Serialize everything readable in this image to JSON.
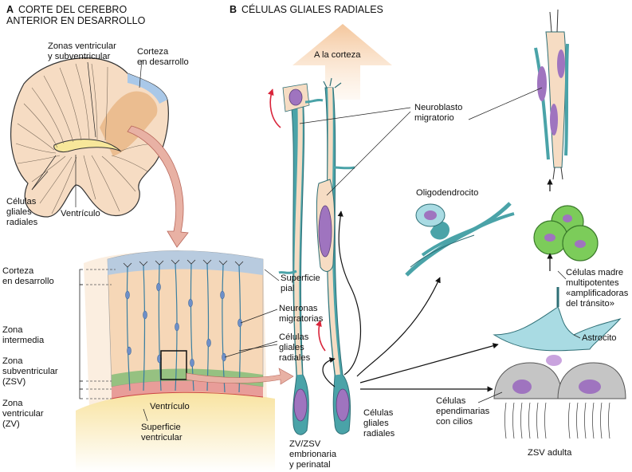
{
  "panel_a": {
    "letter": "A",
    "title": "CORTE DEL CEREBRO\nANTERIOR EN DESARROLLO",
    "labels": {
      "vz_svz_zones": "Zonas ventricular\ny subventricular",
      "developing_cortex": "Corteza\nen desarrollo",
      "radial_glia": "Células\ngliales\nradiales",
      "ventricle": "Ventrículo"
    },
    "layers": {
      "cortex": "Corteza\nen desarrollo",
      "intermediate": "Zona\nintermedia",
      "svz": "Zona\nsubventricular\n(ZSV)",
      "vz": "Zona\nventricular\n(ZV)",
      "pial_surface": "Superficie\npial",
      "migrating_neurons": "Neuronas\nmigratorias",
      "radial_glia": "Células\ngliales\nradiales",
      "ventricle": "Ventrículo",
      "ventricular_surface": "Superficie\nventricular"
    }
  },
  "panel_b": {
    "letter": "B",
    "title": "CÉLULAS GLIALES RADIALES",
    "to_cortex": "A la corteza",
    "migrating_neuroblast": "Neuroblasto\nmigratorio",
    "oligodendrocyte": "Oligodendrocito",
    "radial_glia": "Células\ngliales\nradiales",
    "embryonic_zone": "ZV/ZSV\nembrionaria\ny perinatal",
    "ependymal_cells": "Células\nependimarias\ncon cilios",
    "adult_svz": "ZSV adulta",
    "astrocyte": "Astrocito",
    "multipotent_cells": "Células madre\nmultipotentes\n«amplificadoras\ndel tránsito»"
  },
  "colors": {
    "tissue": "#f6dcc3",
    "glia": "#4aa3a8",
    "nucleus": "#9f74bf",
    "green_cell": "#7ccc5a",
    "astro": "#a9dbe3",
    "ependymal": "#c5c5c5",
    "arrow_big": "#e8b1a4",
    "red_arrow": "#d9243a",
    "cortex_blue": "#a9c8e8"
  }
}
